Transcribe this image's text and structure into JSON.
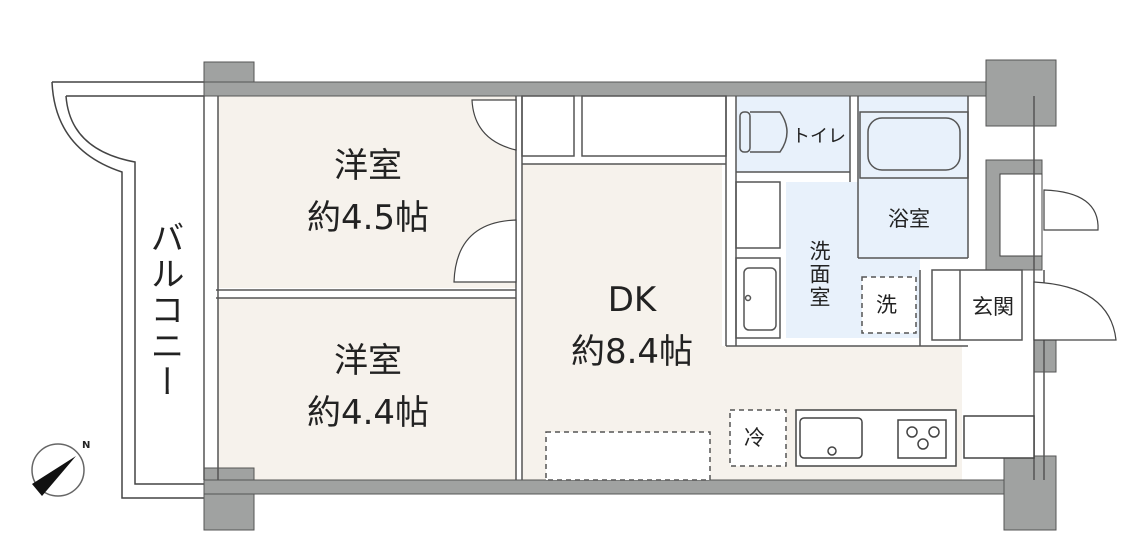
{
  "floor_plan": {
    "rooms": [
      {
        "id": "western-room-1",
        "name": "洋室",
        "size": "約4.5帖"
      },
      {
        "id": "western-room-2",
        "name": "洋室",
        "size": "約4.4帖"
      },
      {
        "id": "dining-kitchen",
        "name": "DK",
        "size": "約8.4帖"
      },
      {
        "id": "toilet",
        "name": "トイレ"
      },
      {
        "id": "bathroom",
        "name": "浴室"
      },
      {
        "id": "washroom",
        "name": "洗面室"
      },
      {
        "id": "entrance",
        "name": "玄関"
      },
      {
        "id": "balcony",
        "name": "バルコニー"
      }
    ],
    "fixtures": {
      "washer_space": "洗",
      "fridge_space": "冷"
    },
    "compass": {
      "label": "N"
    },
    "colors": {
      "wall": "#a0a2a1",
      "room_floor": "#f6f2ec",
      "wet_area": "#e8f1fb",
      "line": "#333333"
    }
  }
}
